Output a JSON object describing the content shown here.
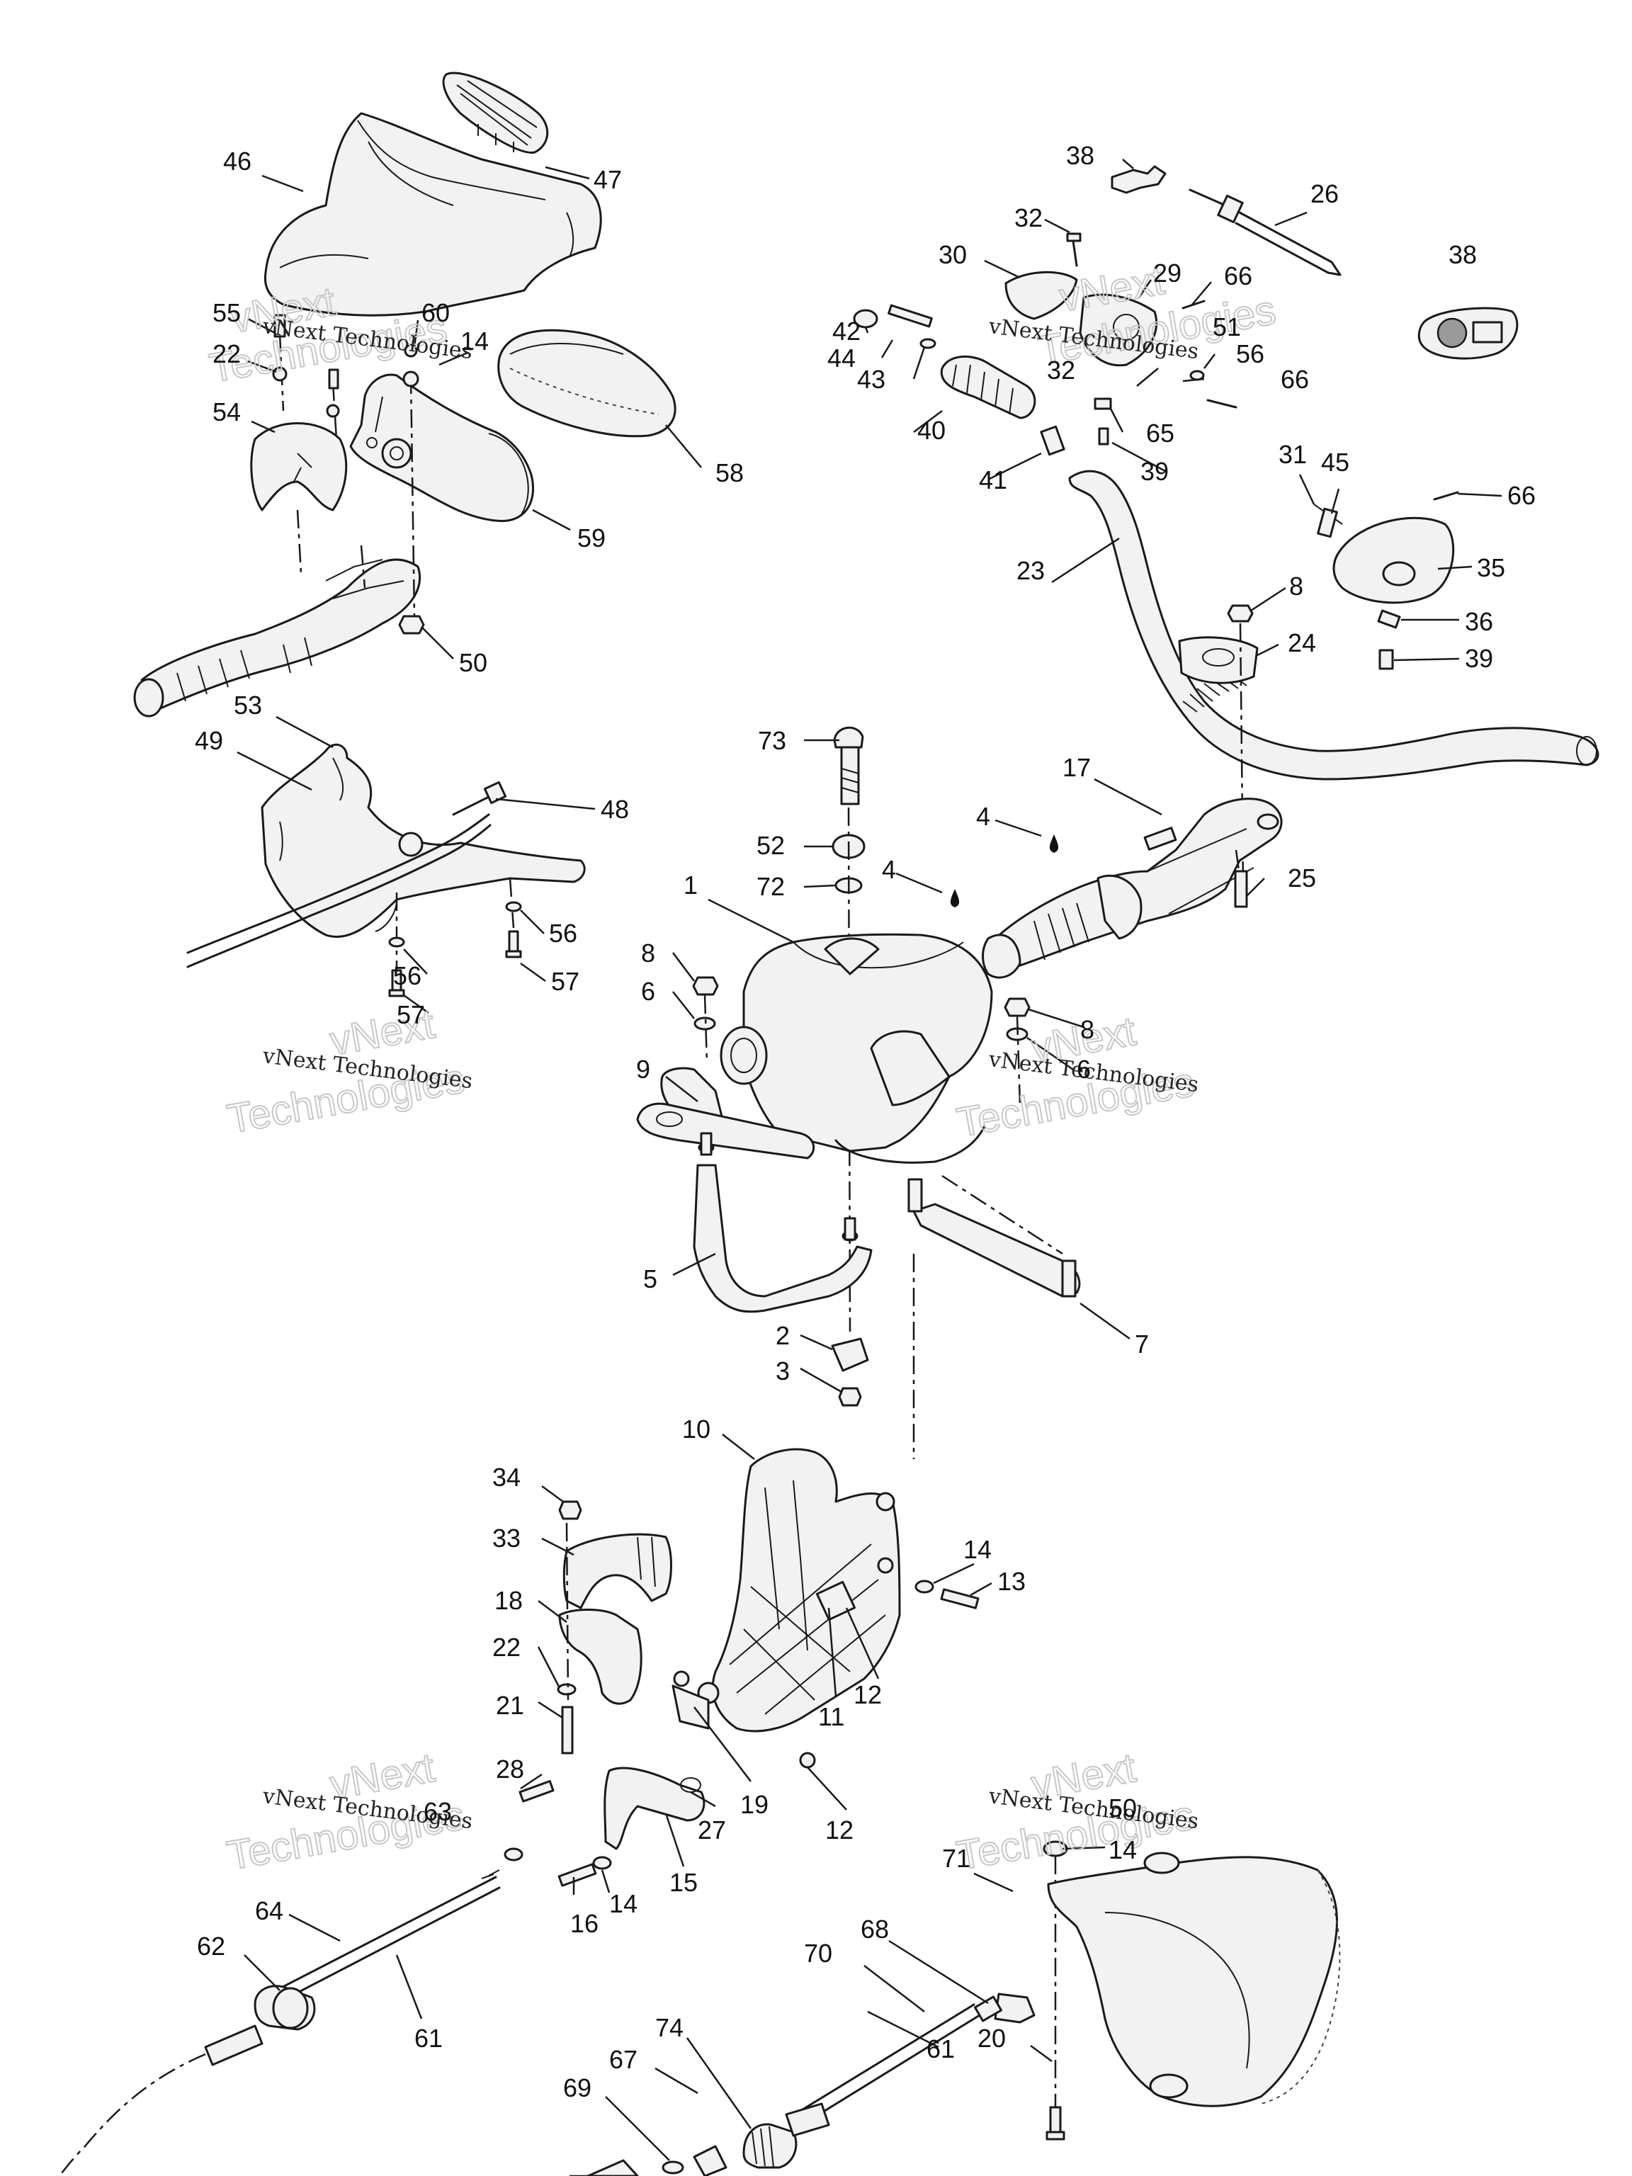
{
  "watermark": {
    "text": "vNext Technologies",
    "line1": "vNext",
    "line2": "Technologies"
  },
  "callouts": [
    {
      "id": "46",
      "text": "46"
    },
    {
      "id": "47",
      "text": "47"
    },
    {
      "id": "38a",
      "text": "38"
    },
    {
      "id": "26",
      "text": "26"
    },
    {
      "id": "32a",
      "text": "32"
    },
    {
      "id": "30",
      "text": "30"
    },
    {
      "id": "29",
      "text": "29"
    },
    {
      "id": "66a",
      "text": "66"
    },
    {
      "id": "38b",
      "text": "38"
    },
    {
      "id": "42",
      "text": "42"
    },
    {
      "id": "44",
      "text": "44"
    },
    {
      "id": "43",
      "text": "43"
    },
    {
      "id": "32b",
      "text": "32"
    },
    {
      "id": "51",
      "text": "51"
    },
    {
      "id": "56a",
      "text": "56"
    },
    {
      "id": "66b",
      "text": "66"
    },
    {
      "id": "40",
      "text": "40"
    },
    {
      "id": "65",
      "text": "65"
    },
    {
      "id": "41",
      "text": "41"
    },
    {
      "id": "39a",
      "text": "39"
    },
    {
      "id": "55",
      "text": "55"
    },
    {
      "id": "60",
      "text": "60"
    },
    {
      "id": "14a",
      "text": "14"
    },
    {
      "id": "22a",
      "text": "22"
    },
    {
      "id": "54",
      "text": "54"
    },
    {
      "id": "58",
      "text": "58"
    },
    {
      "id": "59",
      "text": "59"
    },
    {
      "id": "50a",
      "text": "50"
    },
    {
      "id": "31",
      "text": "31"
    },
    {
      "id": "45",
      "text": "45"
    },
    {
      "id": "66c",
      "text": "66"
    },
    {
      "id": "35",
      "text": "35"
    },
    {
      "id": "23",
      "text": "23"
    },
    {
      "id": "8a",
      "text": "8"
    },
    {
      "id": "36",
      "text": "36"
    },
    {
      "id": "24",
      "text": "24"
    },
    {
      "id": "39b",
      "text": "39"
    },
    {
      "id": "53",
      "text": "53"
    },
    {
      "id": "49",
      "text": "49"
    },
    {
      "id": "48",
      "text": "48"
    },
    {
      "id": "73",
      "text": "73"
    },
    {
      "id": "17",
      "text": "17"
    },
    {
      "id": "4a",
      "text": "4"
    },
    {
      "id": "52",
      "text": "52"
    },
    {
      "id": "72",
      "text": "72"
    },
    {
      "id": "4b",
      "text": "4"
    },
    {
      "id": "25",
      "text": "25"
    },
    {
      "id": "1",
      "text": "1"
    },
    {
      "id": "56b",
      "text": "56"
    },
    {
      "id": "56c",
      "text": "56"
    },
    {
      "id": "57a",
      "text": "57"
    },
    {
      "id": "57b",
      "text": "57"
    },
    {
      "id": "8b",
      "text": "8"
    },
    {
      "id": "6a",
      "text": "6"
    },
    {
      "id": "8c",
      "text": "8"
    },
    {
      "id": "6b",
      "text": "6"
    },
    {
      "id": "9",
      "text": "9"
    },
    {
      "id": "5",
      "text": "5"
    },
    {
      "id": "7",
      "text": "7"
    },
    {
      "id": "2",
      "text": "2"
    },
    {
      "id": "3",
      "text": "3"
    },
    {
      "id": "10",
      "text": "10"
    },
    {
      "id": "34",
      "text": "34"
    },
    {
      "id": "33",
      "text": "33"
    },
    {
      "id": "14b",
      "text": "14"
    },
    {
      "id": "13",
      "text": "13"
    },
    {
      "id": "18",
      "text": "18"
    },
    {
      "id": "22b",
      "text": "22"
    },
    {
      "id": "12a",
      "text": "12"
    },
    {
      "id": "11",
      "text": "11"
    },
    {
      "id": "21",
      "text": "21"
    },
    {
      "id": "28",
      "text": "28"
    },
    {
      "id": "19",
      "text": "19"
    },
    {
      "id": "63",
      "text": "63"
    },
    {
      "id": "27",
      "text": "27"
    },
    {
      "id": "12b",
      "text": "12"
    },
    {
      "id": "50b",
      "text": "50"
    },
    {
      "id": "14c",
      "text": "14"
    },
    {
      "id": "15",
      "text": "15"
    },
    {
      "id": "71",
      "text": "71"
    },
    {
      "id": "16",
      "text": "16"
    },
    {
      "id": "14d",
      "text": "14"
    },
    {
      "id": "64",
      "text": "64"
    },
    {
      "id": "68",
      "text": "68"
    },
    {
      "id": "70",
      "text": "70"
    },
    {
      "id": "62",
      "text": "62"
    },
    {
      "id": "61a",
      "text": "61"
    },
    {
      "id": "20",
      "text": "20"
    },
    {
      "id": "74",
      "text": "74"
    },
    {
      "id": "67",
      "text": "67"
    },
    {
      "id": "69",
      "text": "69"
    },
    {
      "id": "61b",
      "text": "61"
    }
  ],
  "colors": {
    "line": "#1a1a1a",
    "watermark": "#c8c8c8",
    "background": "#ffffff"
  }
}
